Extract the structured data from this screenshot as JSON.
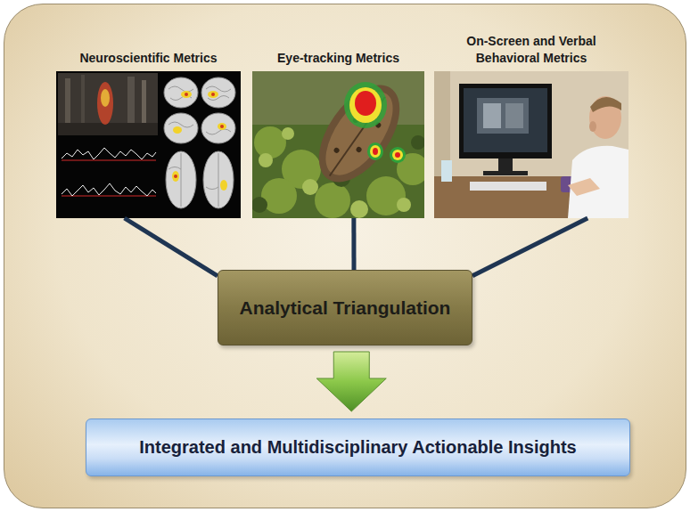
{
  "diagram": {
    "nodes": [
      {
        "text": [
          "Neuroscientific Metrics"
        ]
      },
      {
        "text": [
          "Eye-tracking Metrics"
        ]
      },
      {
        "text": [
          "On-Screen and Verbal Behavioral Metrics"
        ]
      },
      {
        "text": [
          "Analytical Triangulation"
        ]
      },
      {
        "text": [
          "Integrated and Multidisciplinary Actionable Insights"
        ]
      }
    ],
    "edges": [
      {
        "from": 0,
        "to": 3,
        "arrow": "none"
      },
      {
        "from": 1,
        "to": 3,
        "arrow": "none"
      },
      {
        "from": 2,
        "to": 3,
        "arrow": "none"
      },
      {
        "from": 3,
        "to": 4,
        "arrow": "to"
      }
    ]
  }
}
